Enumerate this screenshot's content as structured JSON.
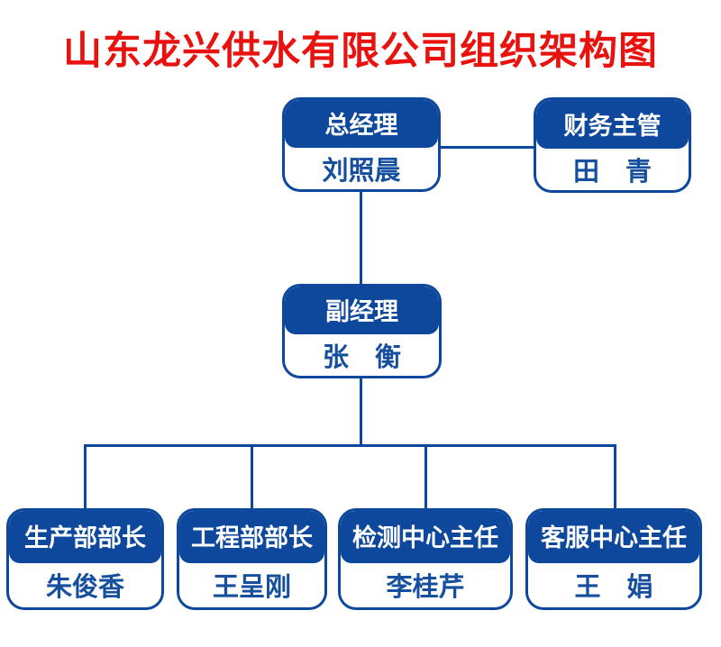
{
  "title": "山东龙兴供水有限公司组织架构图",
  "colors": {
    "background": "#ffffff",
    "box_blue": "#0e489c",
    "name_blue": "#164f9e",
    "title_red": "#e8120f"
  },
  "org_chart": {
    "nodes": [
      {
        "role": "总经理",
        "name": "刘照晨"
      },
      {
        "role": "财务主管",
        "name": "田　青"
      },
      {
        "role": "副经理",
        "name": "张　衡"
      },
      {
        "role": "生产部部长",
        "name": "朱俊香"
      },
      {
        "role": "工程部部长",
        "name": "王呈刚"
      },
      {
        "role": "检测中心主任",
        "name": "李桂芹"
      },
      {
        "role": "客服中心主任",
        "name": "王　娟"
      }
    ]
  }
}
